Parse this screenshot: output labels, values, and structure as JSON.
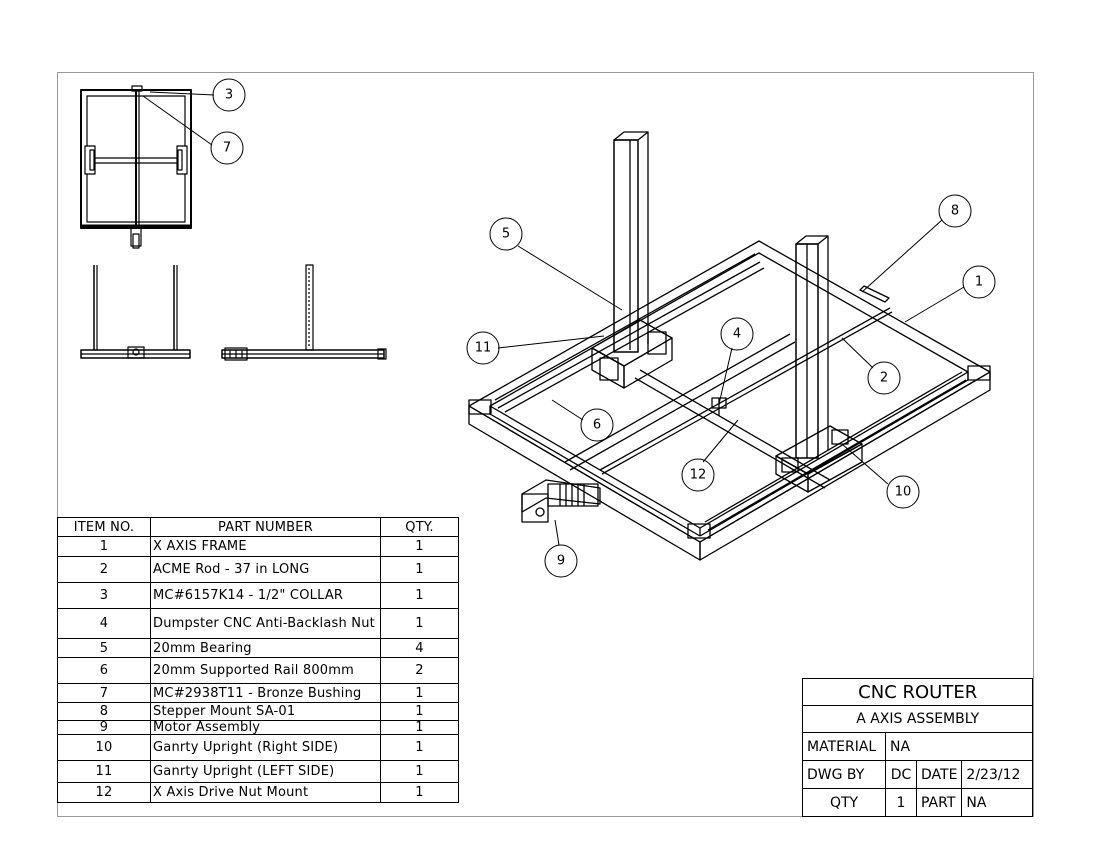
{
  "bom": {
    "headers": [
      "ITEM NO.",
      "PART NUMBER",
      "QTY."
    ],
    "rows": [
      {
        "item": "1",
        "part": "X AXIS FRAME",
        "qty": "1"
      },
      {
        "item": "2",
        "part": "ACME Rod - 37 in LONG",
        "qty": "1"
      },
      {
        "item": "3",
        "part": "MC#6157K14 - 1/2\" COLLAR",
        "qty": "1"
      },
      {
        "item": "4",
        "part": "Dumpster CNC Anti-Backlash Nut",
        "qty": "1"
      },
      {
        "item": "5",
        "part": "20mm Bearing",
        "qty": "4"
      },
      {
        "item": "6",
        "part": "20mm Supported Rail 800mm",
        "qty": "2"
      },
      {
        "item": "7",
        "part": "MC#2938T11 - Bronze Bushing",
        "qty": "1"
      },
      {
        "item": "8",
        "part": "Stepper Mount SA-01",
        "qty": "1"
      },
      {
        "item": "9",
        "part": "Motor Assembly",
        "qty": "1"
      },
      {
        "item": "10",
        "part": "Ganrty Upright (Right SIDE)",
        "qty": "1"
      },
      {
        "item": "11",
        "part": "Ganrty Upright (LEFT SIDE)",
        "qty": "1"
      },
      {
        "item": "12",
        "part": "X Axis Drive Nut Mount",
        "qty": "1"
      }
    ]
  },
  "title_block": {
    "title": "CNC ROUTER",
    "subtitle": "A AXIS ASSEMBLY",
    "material_label": "MATERIAL",
    "material_value": "NA",
    "dwg_by_label": "DWG BY",
    "dwg_by_value": "DC",
    "date_label": "DATE",
    "date_value": "2/23/12",
    "qty_label": "QTY",
    "qty_value": "1",
    "part_label": "PART",
    "part_value": "NA"
  },
  "balloons": [
    "3",
    "7",
    "5",
    "8",
    "1",
    "11",
    "4",
    "2",
    "6",
    "12",
    "10",
    "9"
  ]
}
